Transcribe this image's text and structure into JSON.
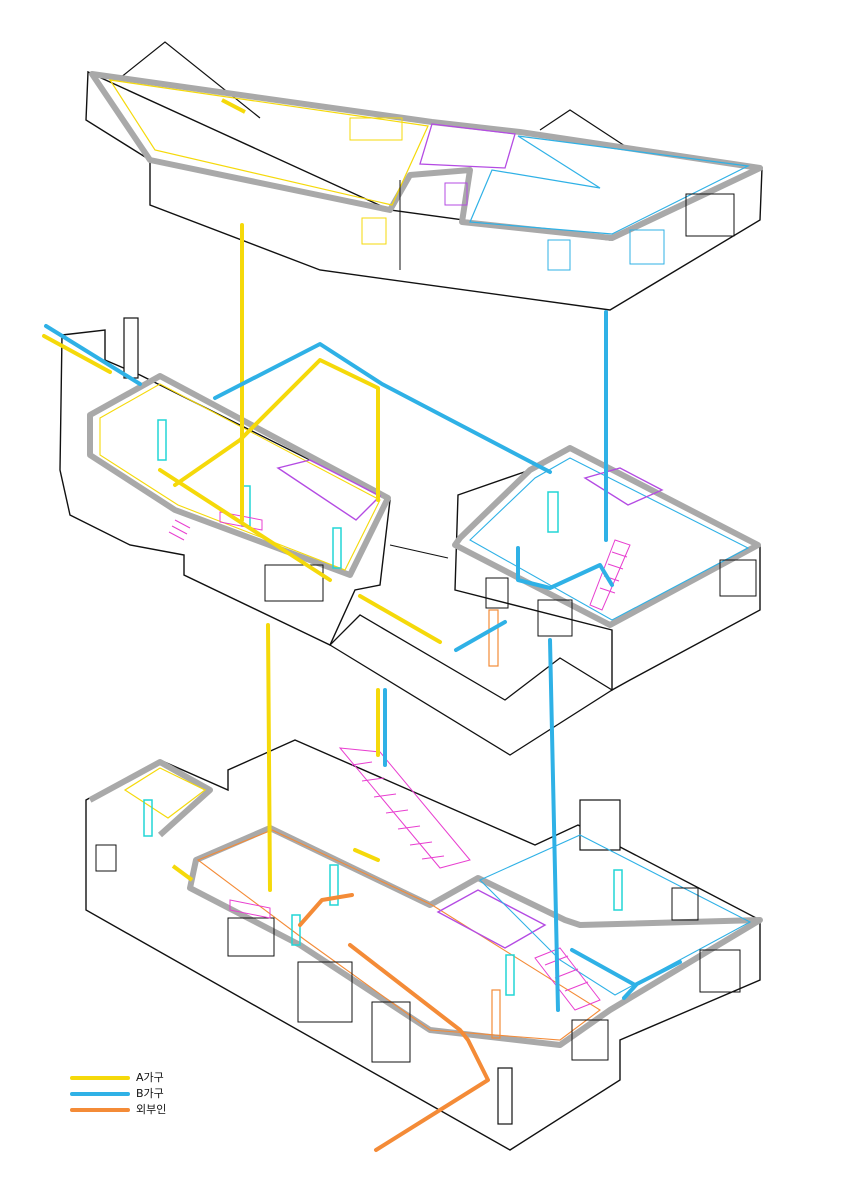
{
  "legend": {
    "items": [
      {
        "label": "A가구",
        "color": "#f5d90a"
      },
      {
        "label": "B가구",
        "color": "#2fb1e6"
      },
      {
        "label": "외부인",
        "color": "#f48b37"
      }
    ]
  },
  "colors": {
    "a_household": "#f5d90a",
    "b_household": "#2fb1e6",
    "outsider": "#f48b37",
    "stair": "#e83fd0",
    "room_purple": "#b44be3",
    "door": "#22d6d6",
    "wall_cut": "#a9a9a9",
    "outline": "#111111"
  },
  "icons": [
    "floor-3-plan",
    "floor-2-plan",
    "floor-1-plan",
    "stair-icon",
    "chimney-icon"
  ]
}
